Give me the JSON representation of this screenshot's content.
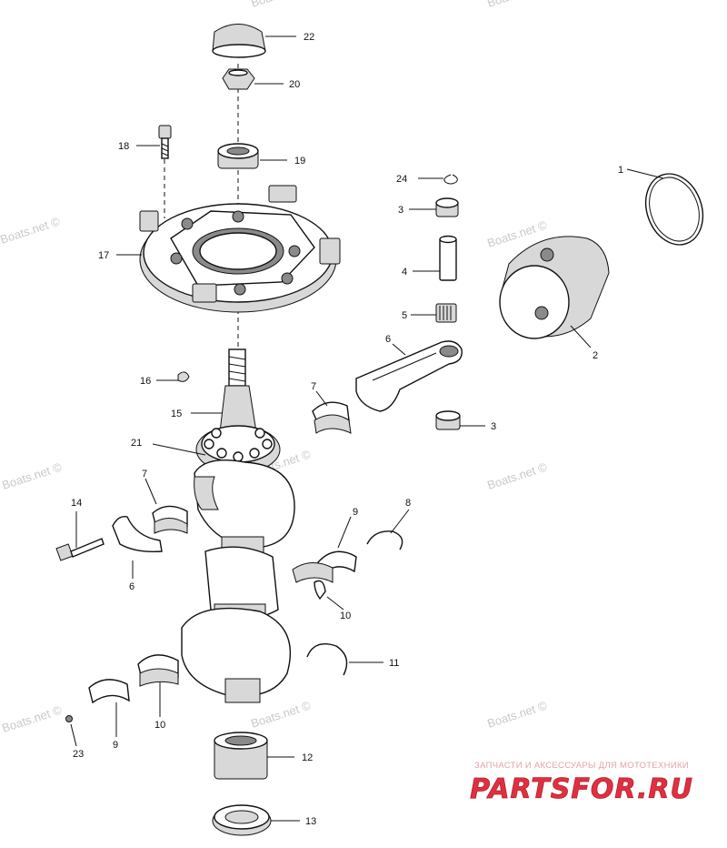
{
  "callouts": {
    "n1": "1",
    "n2": "2",
    "n3a": "3",
    "n3b": "3",
    "n4": "4",
    "n5": "5",
    "n6a": "6",
    "n6b": "6",
    "n7a": "7",
    "n7b": "7",
    "n8": "8",
    "n9a": "9",
    "n9b": "9",
    "n10a": "10",
    "n10b": "10",
    "n11": "11",
    "n12": "12",
    "n13": "13",
    "n14": "14",
    "n15": "15",
    "n16": "16",
    "n17": "17",
    "n18": "18",
    "n19": "19",
    "n20": "20",
    "n21": "21",
    "n22": "22",
    "n23": "23",
    "n24": "24"
  },
  "watermark": "Boats.net ©",
  "brand": {
    "tagline": "ЗАПЧАСТИ И АКСЕССУАРЫ ДЛЯ МОТОТЕХНИКИ",
    "name": "PARTSFOR.RU",
    "color": "#e0303f"
  }
}
